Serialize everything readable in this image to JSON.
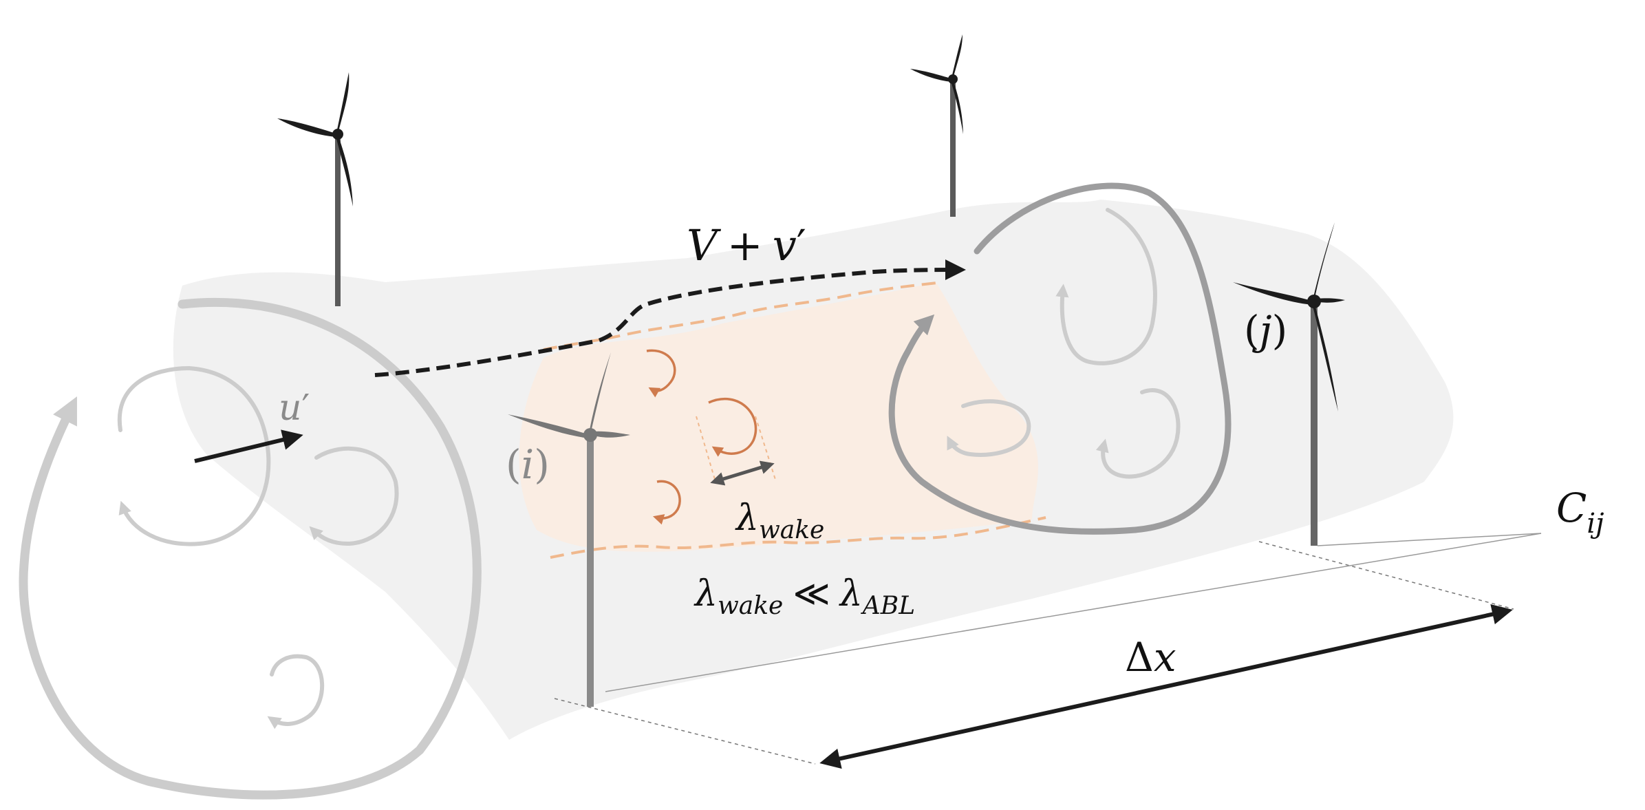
{
  "labels": {
    "mean_flow": {
      "main": "V",
      "op": "+",
      "fluct": "v",
      "prime": "′"
    },
    "fluct_u": {
      "main": "u",
      "prime": "′"
    },
    "turbine_i": {
      "open": "(",
      "sym": "i",
      "close": ")"
    },
    "turbine_j": {
      "open": "(",
      "sym": "j",
      "close": ")"
    },
    "wake_scale": {
      "sym": "λ",
      "sub": "wake"
    },
    "scale_relation": {
      "sym1": "λ",
      "sub1": "wake",
      "op": "≪",
      "sym2": "λ",
      "sub2": "ABL"
    },
    "correlation": {
      "sym": "C",
      "sub": "ij"
    },
    "separation": {
      "sym": "Δ",
      "var": "x"
    }
  },
  "colors": {
    "ground": "#f1f1f1",
    "wake_fill": "#fbece0",
    "wake_edge": "#f0b88d",
    "wake_eddy": "#cf7b4d",
    "abl_eddy_light": "#cccccc",
    "abl_eddy_dark": "#9d9d9e",
    "arrow_dark": "#1b1b1b",
    "turbine_dark": "#1c1c1c",
    "turbine_gray": "#777777"
  },
  "icons": {
    "turbine": "wind-turbine-icon",
    "eddy": "vortex-icon"
  }
}
